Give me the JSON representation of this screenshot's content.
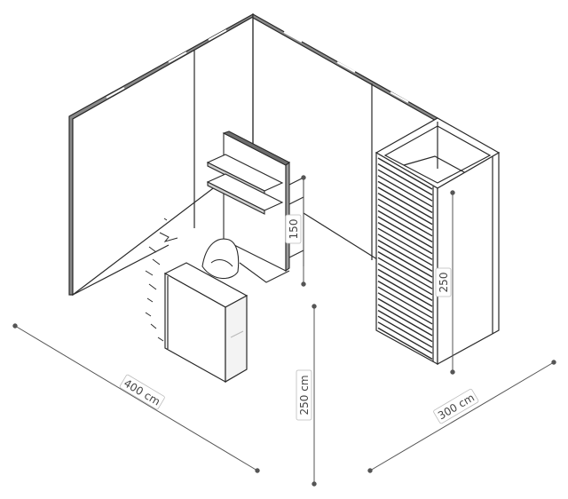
{
  "dimensions": {
    "width_label": "400 cm",
    "depth_label": "300 cm",
    "wall_height_label": "250 cm",
    "cabinet_height_label": "250",
    "shelf_height_label": "150"
  },
  "colors": {
    "line": "#2a2a2a",
    "wall_edge": "#7a7a7a",
    "dimension": "#555555"
  }
}
